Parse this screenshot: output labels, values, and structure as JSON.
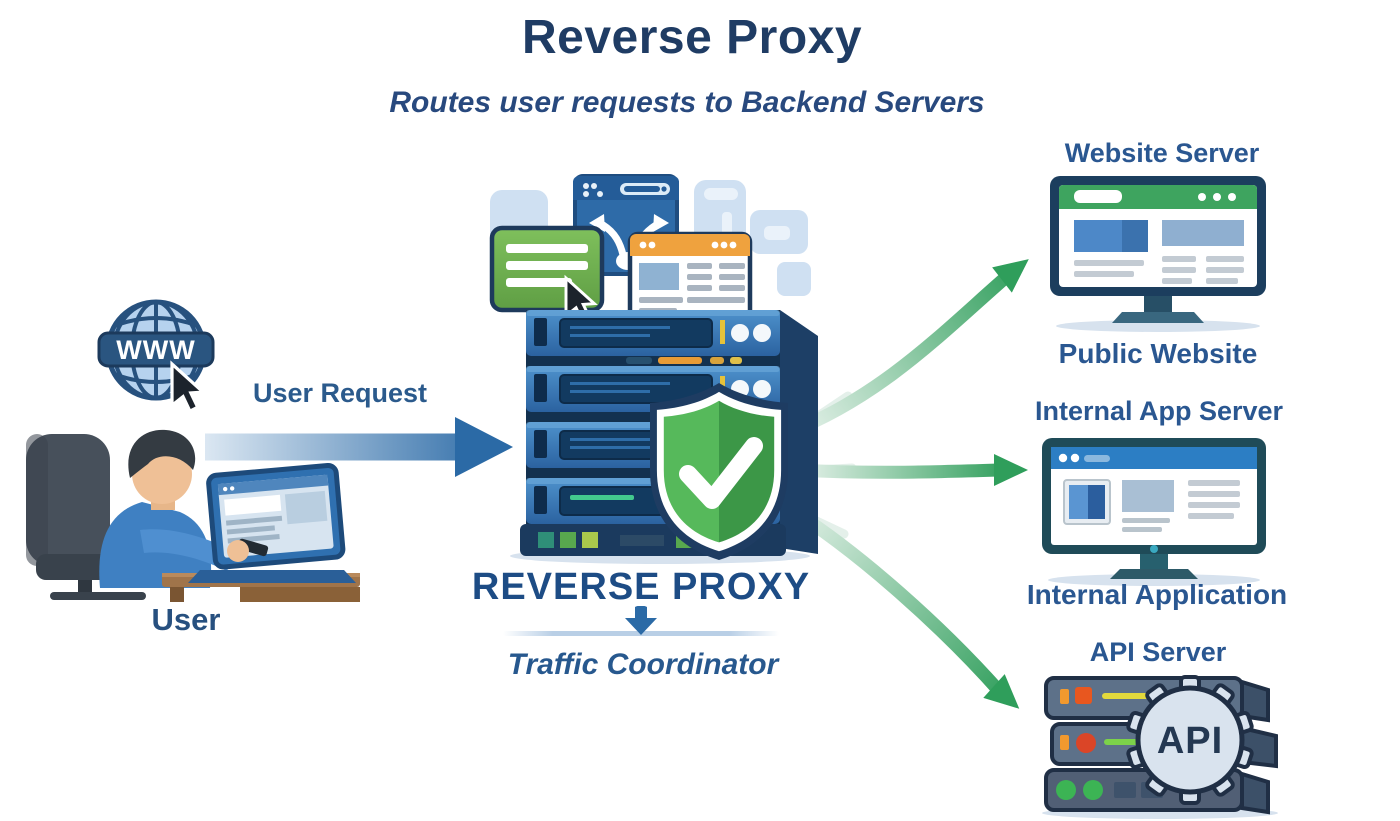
{
  "header": {
    "title": "Reverse Proxy",
    "subtitle": "Routes user requests to Backend Servers"
  },
  "user": {
    "globe_label": "WWW",
    "request_label": "User Request",
    "caption": "User"
  },
  "proxy": {
    "label": "REVERSE PROXY",
    "sublabel": "Traffic Coordinator"
  },
  "backends": [
    {
      "title": "Website Server",
      "caption": "Public Website"
    },
    {
      "title": "Internal App Server",
      "caption": "Internal Application"
    },
    {
      "title": "API Server",
      "badge": "API"
    }
  ],
  "icons": {
    "globe": "www-globe-icon",
    "cursor": "cursor-icon",
    "shield": "shield-check-icon",
    "gear": "api-gear-icon"
  },
  "colors": {
    "title_navy": "#1f3c64",
    "label_blue": "#2a5791",
    "request_arrow_blue": "#2b6aa6",
    "routing_arrow_green": "#2f9e5b",
    "shield_green": "#4caf50",
    "server_blue": "#3a7cc0",
    "accent_orange": "#efa23e",
    "header_green": "#3ea45f"
  }
}
